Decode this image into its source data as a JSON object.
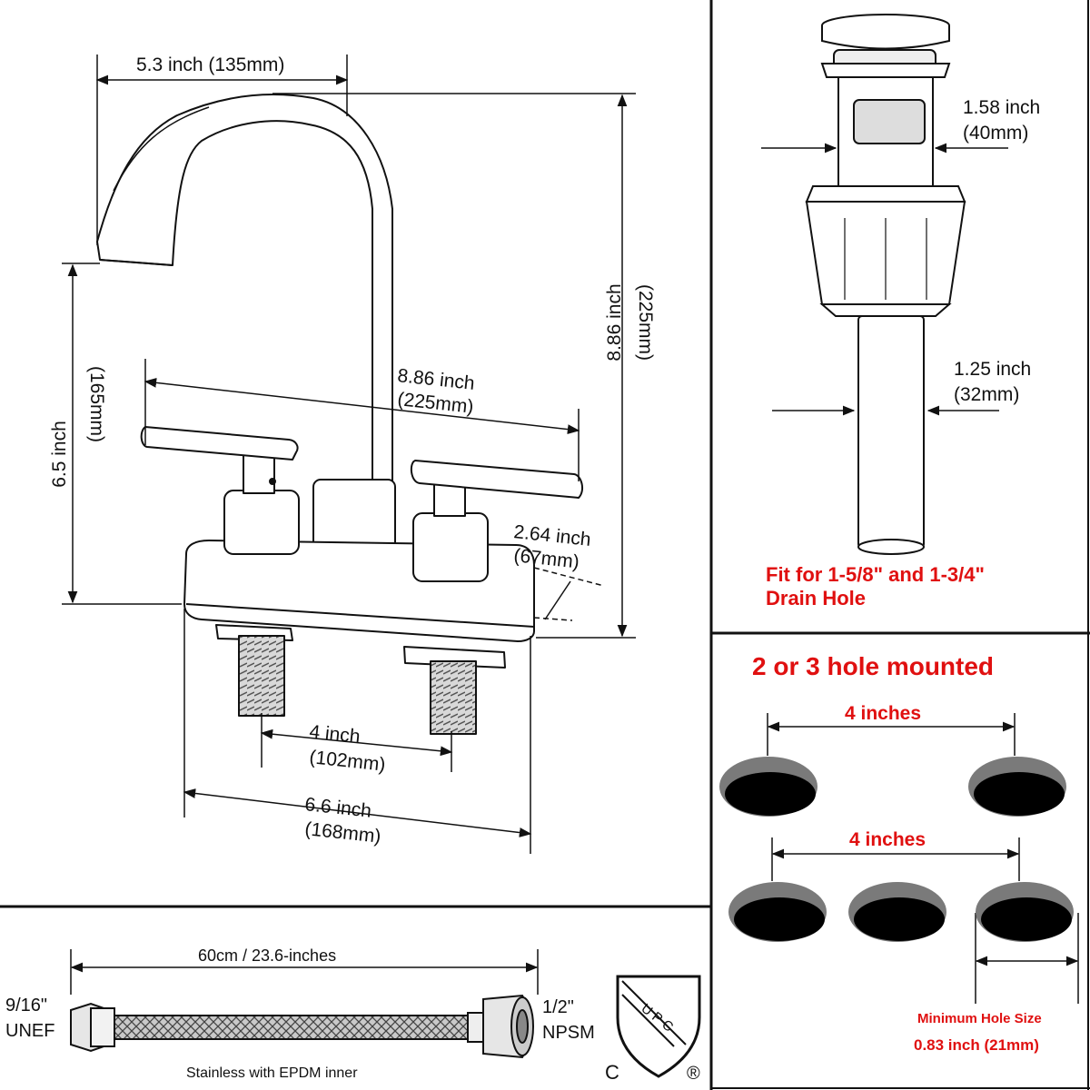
{
  "faucet": {
    "spout_reach": "5.3 inch (135mm)",
    "spout_height_in": "6.5 inch",
    "spout_height_mm": "(165mm)",
    "total_height_in": "8.86 inch",
    "total_height_mm": "(225mm)",
    "handle_span_in": "8.86 inch",
    "handle_span_mm": "(225mm)",
    "base_depth_in": "2.64 inch",
    "base_depth_mm": "(67mm)",
    "center_in": "4 inch",
    "center_mm": "(102mm)",
    "base_length_in": "6.6 inch",
    "base_length_mm": "(168mm)"
  },
  "drain": {
    "cap_width_in": "1.58 inch",
    "cap_width_mm": "(40mm)",
    "pipe_width_in": "1.25 inch",
    "pipe_width_mm": "(32mm)",
    "fit_line1": "Fit for 1-5/8\" and 1-3/4\"",
    "fit_line2": "Drain Hole"
  },
  "mounting": {
    "title": "2 or 3 hole mounted",
    "spacing_top": "4 inches",
    "spacing_bottom": "4 inches",
    "min_hole_label": "Minimum Hole Size",
    "min_hole_value": "0.83 inch (21mm)"
  },
  "hose": {
    "length": "60cm / 23.6-inches",
    "left_fitting_1": "9/16\"",
    "left_fitting_2": "UNEF",
    "right_fitting_1": "1/2\"",
    "right_fitting_2": "NPSM",
    "material": "Stainless with EPDM inner"
  },
  "cert": {
    "letters": "UPC",
    "c_mark": "C",
    "r_mark": "®"
  },
  "colors": {
    "accent": "#e01010",
    "line": "#111111",
    "hole_fill": "#000000",
    "hole_rim": "#7a7a7a"
  }
}
